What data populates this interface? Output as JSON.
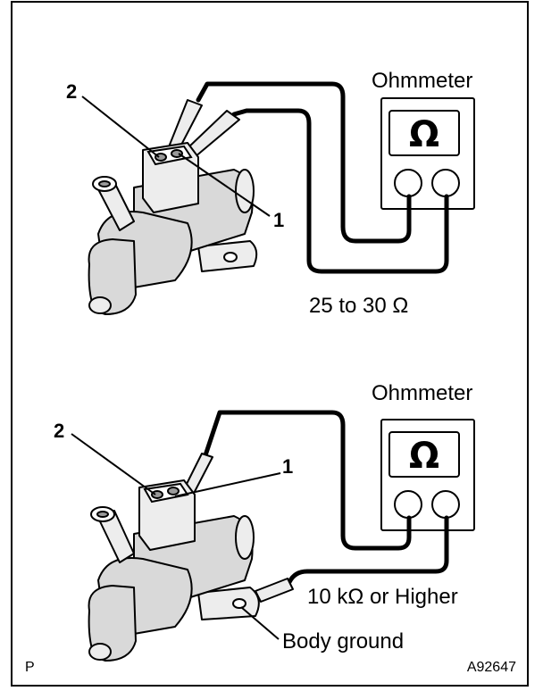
{
  "top": {
    "meter_label": "Ohmmeter",
    "meter_symbol": "Ω",
    "terminal_2": "2",
    "terminal_1": "1",
    "reading": "25 to 30 Ω"
  },
  "bottom": {
    "meter_label": "Ohmmeter",
    "meter_symbol": "Ω",
    "terminal_2": "2",
    "terminal_1": "1",
    "reading": "10 kΩ or Higher",
    "ground_label": "Body ground"
  },
  "footer": {
    "left_code": "P",
    "figure_id": "A92647"
  }
}
